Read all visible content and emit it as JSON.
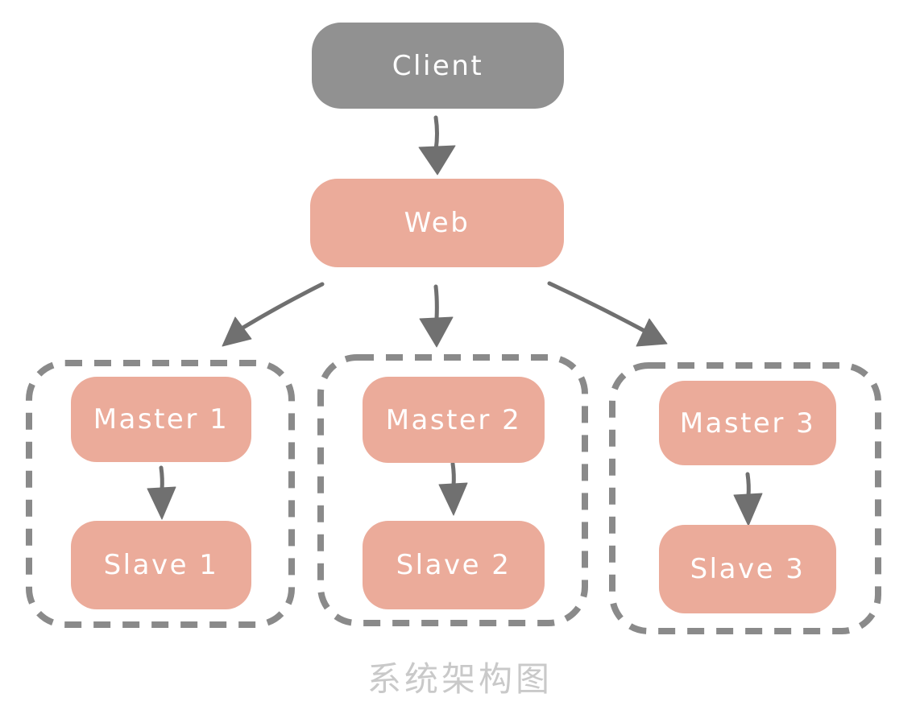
{
  "diagram": {
    "caption": "系统架构图",
    "client": {
      "label": "Client"
    },
    "web": {
      "label": "Web"
    },
    "groups": [
      {
        "master": {
          "label": "Master 1"
        },
        "slave": {
          "label": "Slave 1"
        }
      },
      {
        "master": {
          "label": "Master 2"
        },
        "slave": {
          "label": "Slave 2"
        }
      },
      {
        "master": {
          "label": "Master 3"
        },
        "slave": {
          "label": "Slave 3"
        }
      }
    ],
    "edges": [
      {
        "from": "Client",
        "to": "Web"
      },
      {
        "from": "Web",
        "to": "Master 1"
      },
      {
        "from": "Web",
        "to": "Master 2"
      },
      {
        "from": "Web",
        "to": "Master 3"
      },
      {
        "from": "Master 1",
        "to": "Slave 1"
      },
      {
        "from": "Master 2",
        "to": "Slave 2"
      },
      {
        "from": "Master 3",
        "to": "Slave 3"
      }
    ],
    "colors": {
      "client_fill": "#919191",
      "node_fill": "#ebab9a",
      "node_text": "#ffffff",
      "arrow": "#707070",
      "group_border": "#8a8a8a",
      "caption": "#c9c9c9"
    }
  }
}
